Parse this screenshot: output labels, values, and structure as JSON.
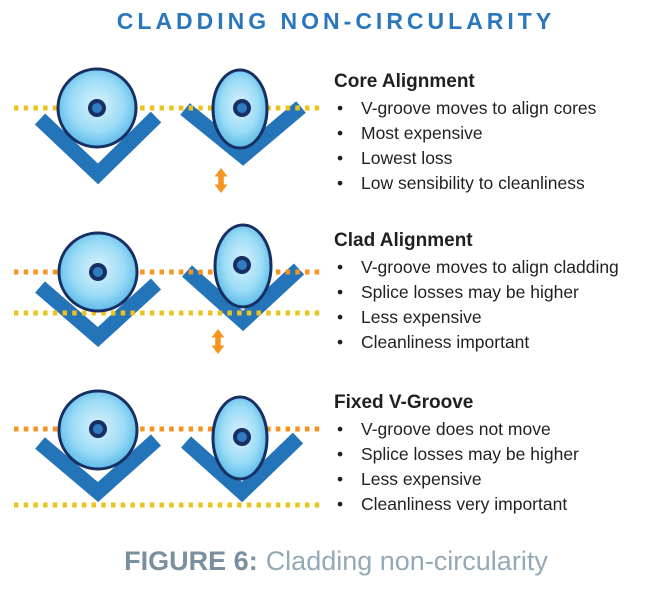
{
  "title": "CLADDING NON-CIRCULARITY",
  "bullet_char": "•",
  "rows": [
    {
      "heading": "Core Alignment",
      "bullets": [
        "V-groove moves to align cores",
        "Most expensive",
        "Lowest loss",
        "Low sensibility to cleanliness"
      ]
    },
    {
      "heading": "Clad Alignment",
      "bullets": [
        "V-groove moves to align cladding",
        "Splice losses may be higher",
        "Less expensive",
        "Cleanliness important"
      ]
    },
    {
      "heading": "Fixed V-Groove",
      "bullets": [
        "V-groove does not move",
        "Splice losses may be higher",
        "Less expensive",
        "Cleanliness very important"
      ]
    }
  ],
  "caption": {
    "label": "FIGURE 6:",
    "text": "Cladding non-circularity"
  },
  "colors": {
    "title_blue": "#2b77bc",
    "groove_blue": "#2474ba",
    "outline_navy": "#172f62",
    "fiber_center": "#d9f2fc",
    "fiber_mid": "#9bdcf6",
    "fiber_edge": "#45ade4",
    "core_blue": "#2f7cc0",
    "dotted_yellow": "#ecc31d",
    "dotted_orange": "#f79420",
    "arrow_orange": "#f79420",
    "text_dark": "#221f1f",
    "caption_label": "#7b909e",
    "caption_text": "#94a9b6"
  }
}
